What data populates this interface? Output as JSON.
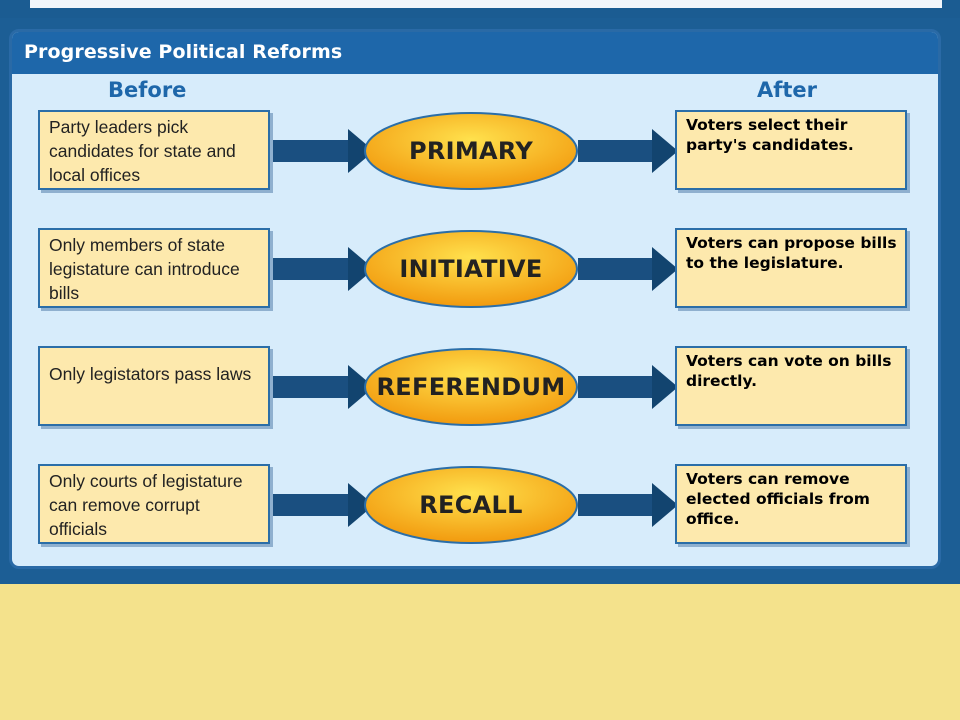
{
  "title": "Progressive Political Reforms",
  "columns": {
    "before": "Before",
    "after": "After"
  },
  "rows": [
    {
      "reform": "PRIMARY",
      "before": "Party leaders pick candidates for state and local offices",
      "after": "Voters select their party's candidates."
    },
    {
      "reform": "INITIATIVE",
      "before": "Only members of state legistature can introduce bills",
      "after": "Voters can propose bills to the legislature."
    },
    {
      "reform": "REFERENDUM",
      "before": "Only legistators pass laws",
      "after": "Voters can vote on bills directly."
    },
    {
      "reform": "RECALL",
      "before": "Only courts of legistature can remove corrupt officials",
      "after": "Voters can remove elected officials from office."
    }
  ],
  "colors": {
    "panel_header": "#1e67aa",
    "panel_bg": "#d7ecfb",
    "box_fill": "#fde9ad",
    "oval_fill": "#f7b318",
    "arrow": "#12446f",
    "page_bg": "#f4e28c"
  }
}
